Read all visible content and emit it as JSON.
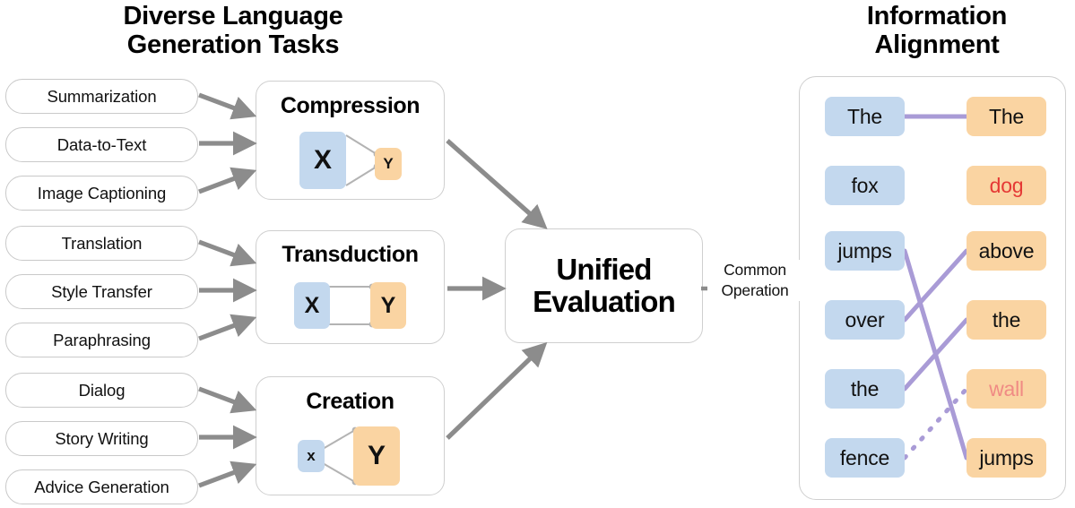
{
  "headings": {
    "left": "Diverse Language Generation Tasks",
    "left_line1": "Diverse Language",
    "left_line2": "Generation Tasks",
    "right": "Information Alignment",
    "right_line1": "Information",
    "right_line2": "Alignment"
  },
  "tasks": [
    {
      "label": "Summarization",
      "group": "Compression"
    },
    {
      "label": "Data-to-Text",
      "group": "Compression"
    },
    {
      "label": "Image Captioning",
      "group": "Compression"
    },
    {
      "label": "Translation",
      "group": "Transduction"
    },
    {
      "label": "Style Transfer",
      "group": "Transduction"
    },
    {
      "label": "Paraphrasing",
      "group": "Transduction"
    },
    {
      "label": "Dialog",
      "group": "Creation"
    },
    {
      "label": "Story Writing",
      "group": "Creation"
    },
    {
      "label": "Advice Generation",
      "group": "Creation"
    }
  ],
  "categories": [
    {
      "title": "Compression",
      "x_label": "X",
      "y_label": "Y",
      "relation": "many-to-one"
    },
    {
      "title": "Transduction",
      "title_short": "Transduction",
      "x_label": "X",
      "y_label": "Y",
      "relation": "one-to-one"
    },
    {
      "title": "Creation",
      "x_label": "x",
      "y_label": "Y",
      "relation": "one-to-many"
    }
  ],
  "center": {
    "line1": "Unified",
    "line2": "Evaluation"
  },
  "connector": {
    "line1": "Common",
    "line2": "Operation"
  },
  "alignment": {
    "left_words": [
      "The",
      "fox",
      "jumps",
      "over",
      "the",
      "fence"
    ],
    "right_words": [
      "The",
      "dog",
      "above",
      "the",
      "wall",
      "jumps"
    ],
    "right_word_colors": [
      "#111111",
      "#e53935",
      "#111111",
      "#111111",
      "#f08a84",
      "#111111"
    ],
    "links": [
      {
        "from": 0,
        "to": 0,
        "style": "solid"
      },
      {
        "from": 2,
        "to": 5,
        "style": "solid"
      },
      {
        "from": 3,
        "to": 2,
        "style": "solid"
      },
      {
        "from": 4,
        "to": 3,
        "style": "solid"
      },
      {
        "from": 5,
        "to": 4,
        "style": "dashed"
      }
    ]
  },
  "colors": {
    "blue_box": "#c3d8ee",
    "orange_box": "#fad4a2",
    "link_purple": "#a99bd6",
    "arrow_gray": "#8c8c8c",
    "border_gray": "#cfcfcf",
    "error_red": "#e53935",
    "faded_red": "#f08a84"
  }
}
